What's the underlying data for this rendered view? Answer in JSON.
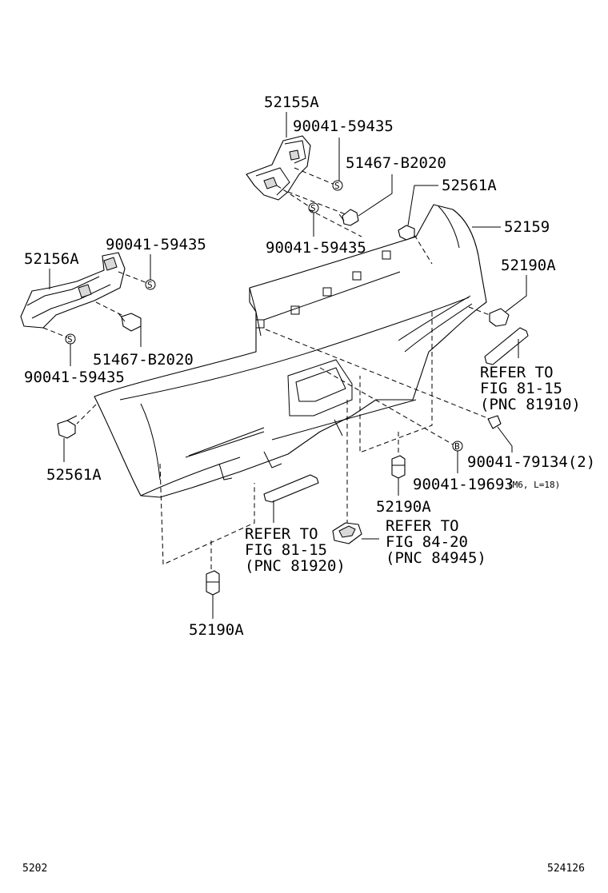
{
  "diagram": {
    "labels": {
      "p52155A": "52155A",
      "p90041_59435_top": "90041-59435",
      "p51467_B2020_top": "51467-B2020",
      "p52561A_top": "52561A",
      "p52159": "52159",
      "p90041_59435_mid": "90041-59435",
      "p90041_59435_left_top": "90041-59435",
      "p52156A": "52156A",
      "p52190A_right": "52190A",
      "p51467_B2020_left": "51467-B2020",
      "p90041_59435_left_bottom": "90041-59435",
      "refer_right_1": "REFER TO",
      "refer_right_2": "FIG 81-15",
      "refer_right_3": "(PNC 81910)",
      "p52561A_left": "52561A",
      "p90041_79134": "90041-79134(2)",
      "p90041_19693": "90041-19693",
      "p90041_19693_note": "(M6, L=18)",
      "p52190A_center": "52190A",
      "refer_center_1": "REFER TO",
      "refer_center_2": "FIG 81-15",
      "refer_center_3": "(PNC 81920)",
      "refer_lamp_1": "REFER TO",
      "refer_lamp_2": "FIG 84-20",
      "refer_lamp_3": "(PNC 84945)",
      "p52190A_bottom": "52190A"
    },
    "symbols": {
      "s": "S",
      "b": "B"
    },
    "footer": {
      "left_code": "5202",
      "right_code": "524126"
    }
  }
}
